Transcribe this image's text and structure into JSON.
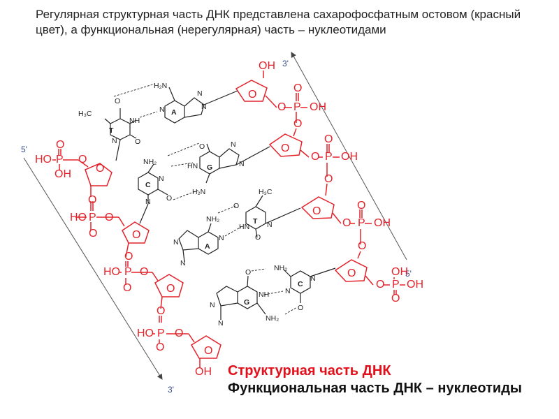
{
  "title": "Регулярная структурная часть ДНК представлена сахарофосфатным остовом (красный цвет), а функциональная (нерегулярная) часть – нуклеотидами",
  "legend": {
    "structural": "Структурная часть ДНК",
    "functional": "Функциональная часть ДНК – нуклеотиды"
  },
  "strand_ends": {
    "left_top": "5'",
    "left_bottom": "3'",
    "right_top": "3'",
    "right_bottom": "5'"
  },
  "bases": {
    "left": [
      "T",
      "C",
      "A",
      "G"
    ],
    "right": [
      "A",
      "G",
      "T",
      "C"
    ]
  },
  "atom_labels": {
    "OH": "OH",
    "HO": "HO",
    "O": "O",
    "P": "P",
    "N": "N",
    "NH": "NH",
    "HN": "HN",
    "NH2": "NH₂",
    "H2N": "H₂N",
    "H3C": "H₃C"
  },
  "colors": {
    "backbone": "#e2232b",
    "base_letters": "#1d8a2f",
    "end_labels": "#3a4a8a",
    "bonds": "#222222"
  }
}
